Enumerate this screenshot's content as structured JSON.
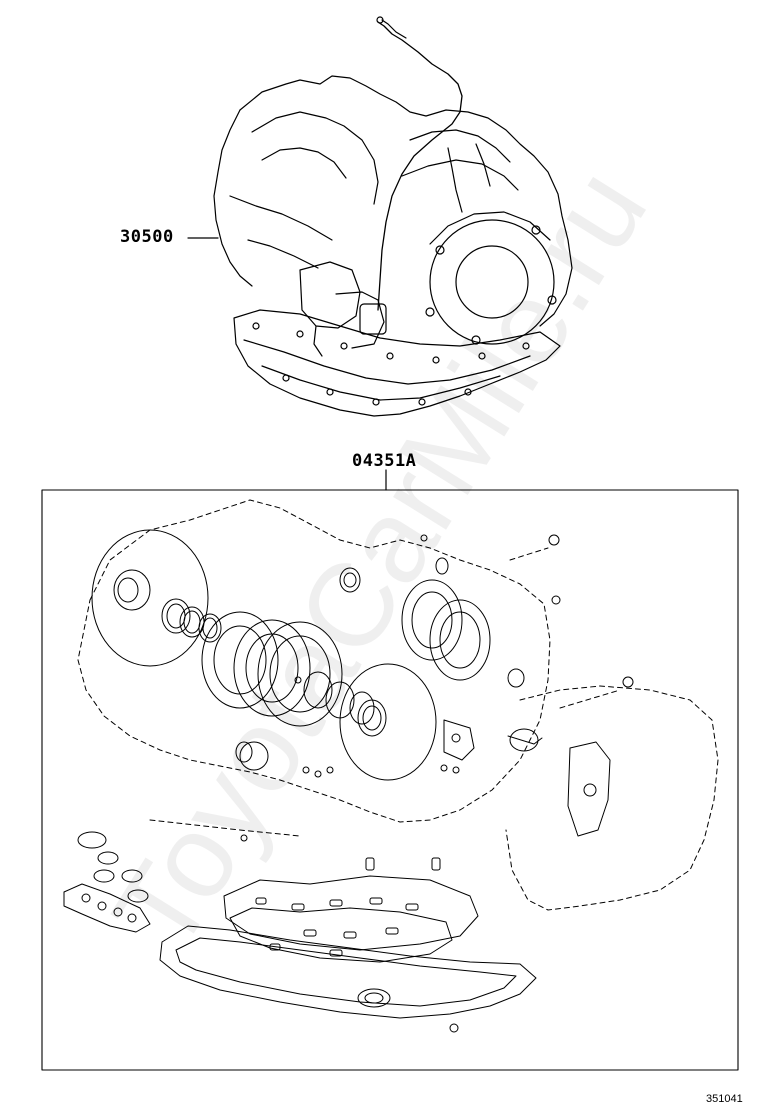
{
  "parts": {
    "transmission_assembly": "30500",
    "overhaul_gasket_kit": "04351A"
  },
  "figure_number": "351041",
  "watermark": "ToyotaCarMile.ru",
  "colors": {
    "line": "#000000",
    "background": "#ffffff"
  }
}
